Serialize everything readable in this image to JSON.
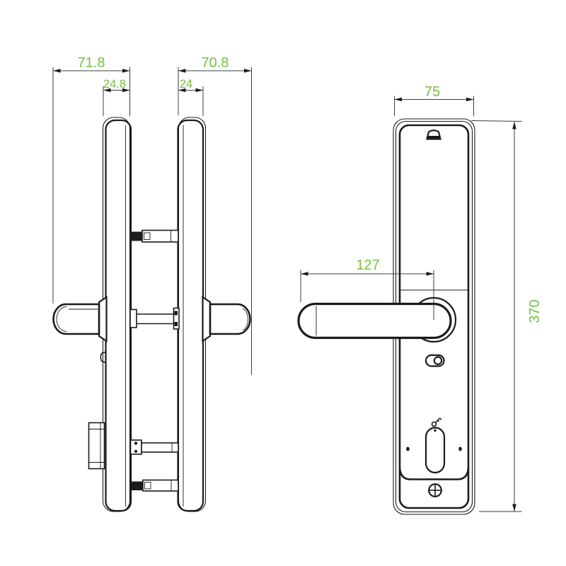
{
  "drawing": {
    "background": "#ffffff",
    "line_color": "#1b1b1b",
    "dimension_color": "#76c043",
    "side_view": {
      "dimensions": {
        "exterior_overall_depth": "71.8",
        "exterior_plate_thickness": "24.8",
        "interior_overall_depth": "70.8",
        "interior_plate_thickness": "24"
      }
    },
    "front_view": {
      "dimensions": {
        "faceplate_width": "75",
        "handle_length": "127",
        "faceplate_height": "370"
      }
    },
    "icons": {
      "sensor_cover": "sensor-cover-icon",
      "toggle_indicator": "toggle-indicator-icon",
      "key": "key-icon",
      "keyhole_cover": "keyhole-cover",
      "phillips_screw": "phillips-screw-icon"
    }
  }
}
